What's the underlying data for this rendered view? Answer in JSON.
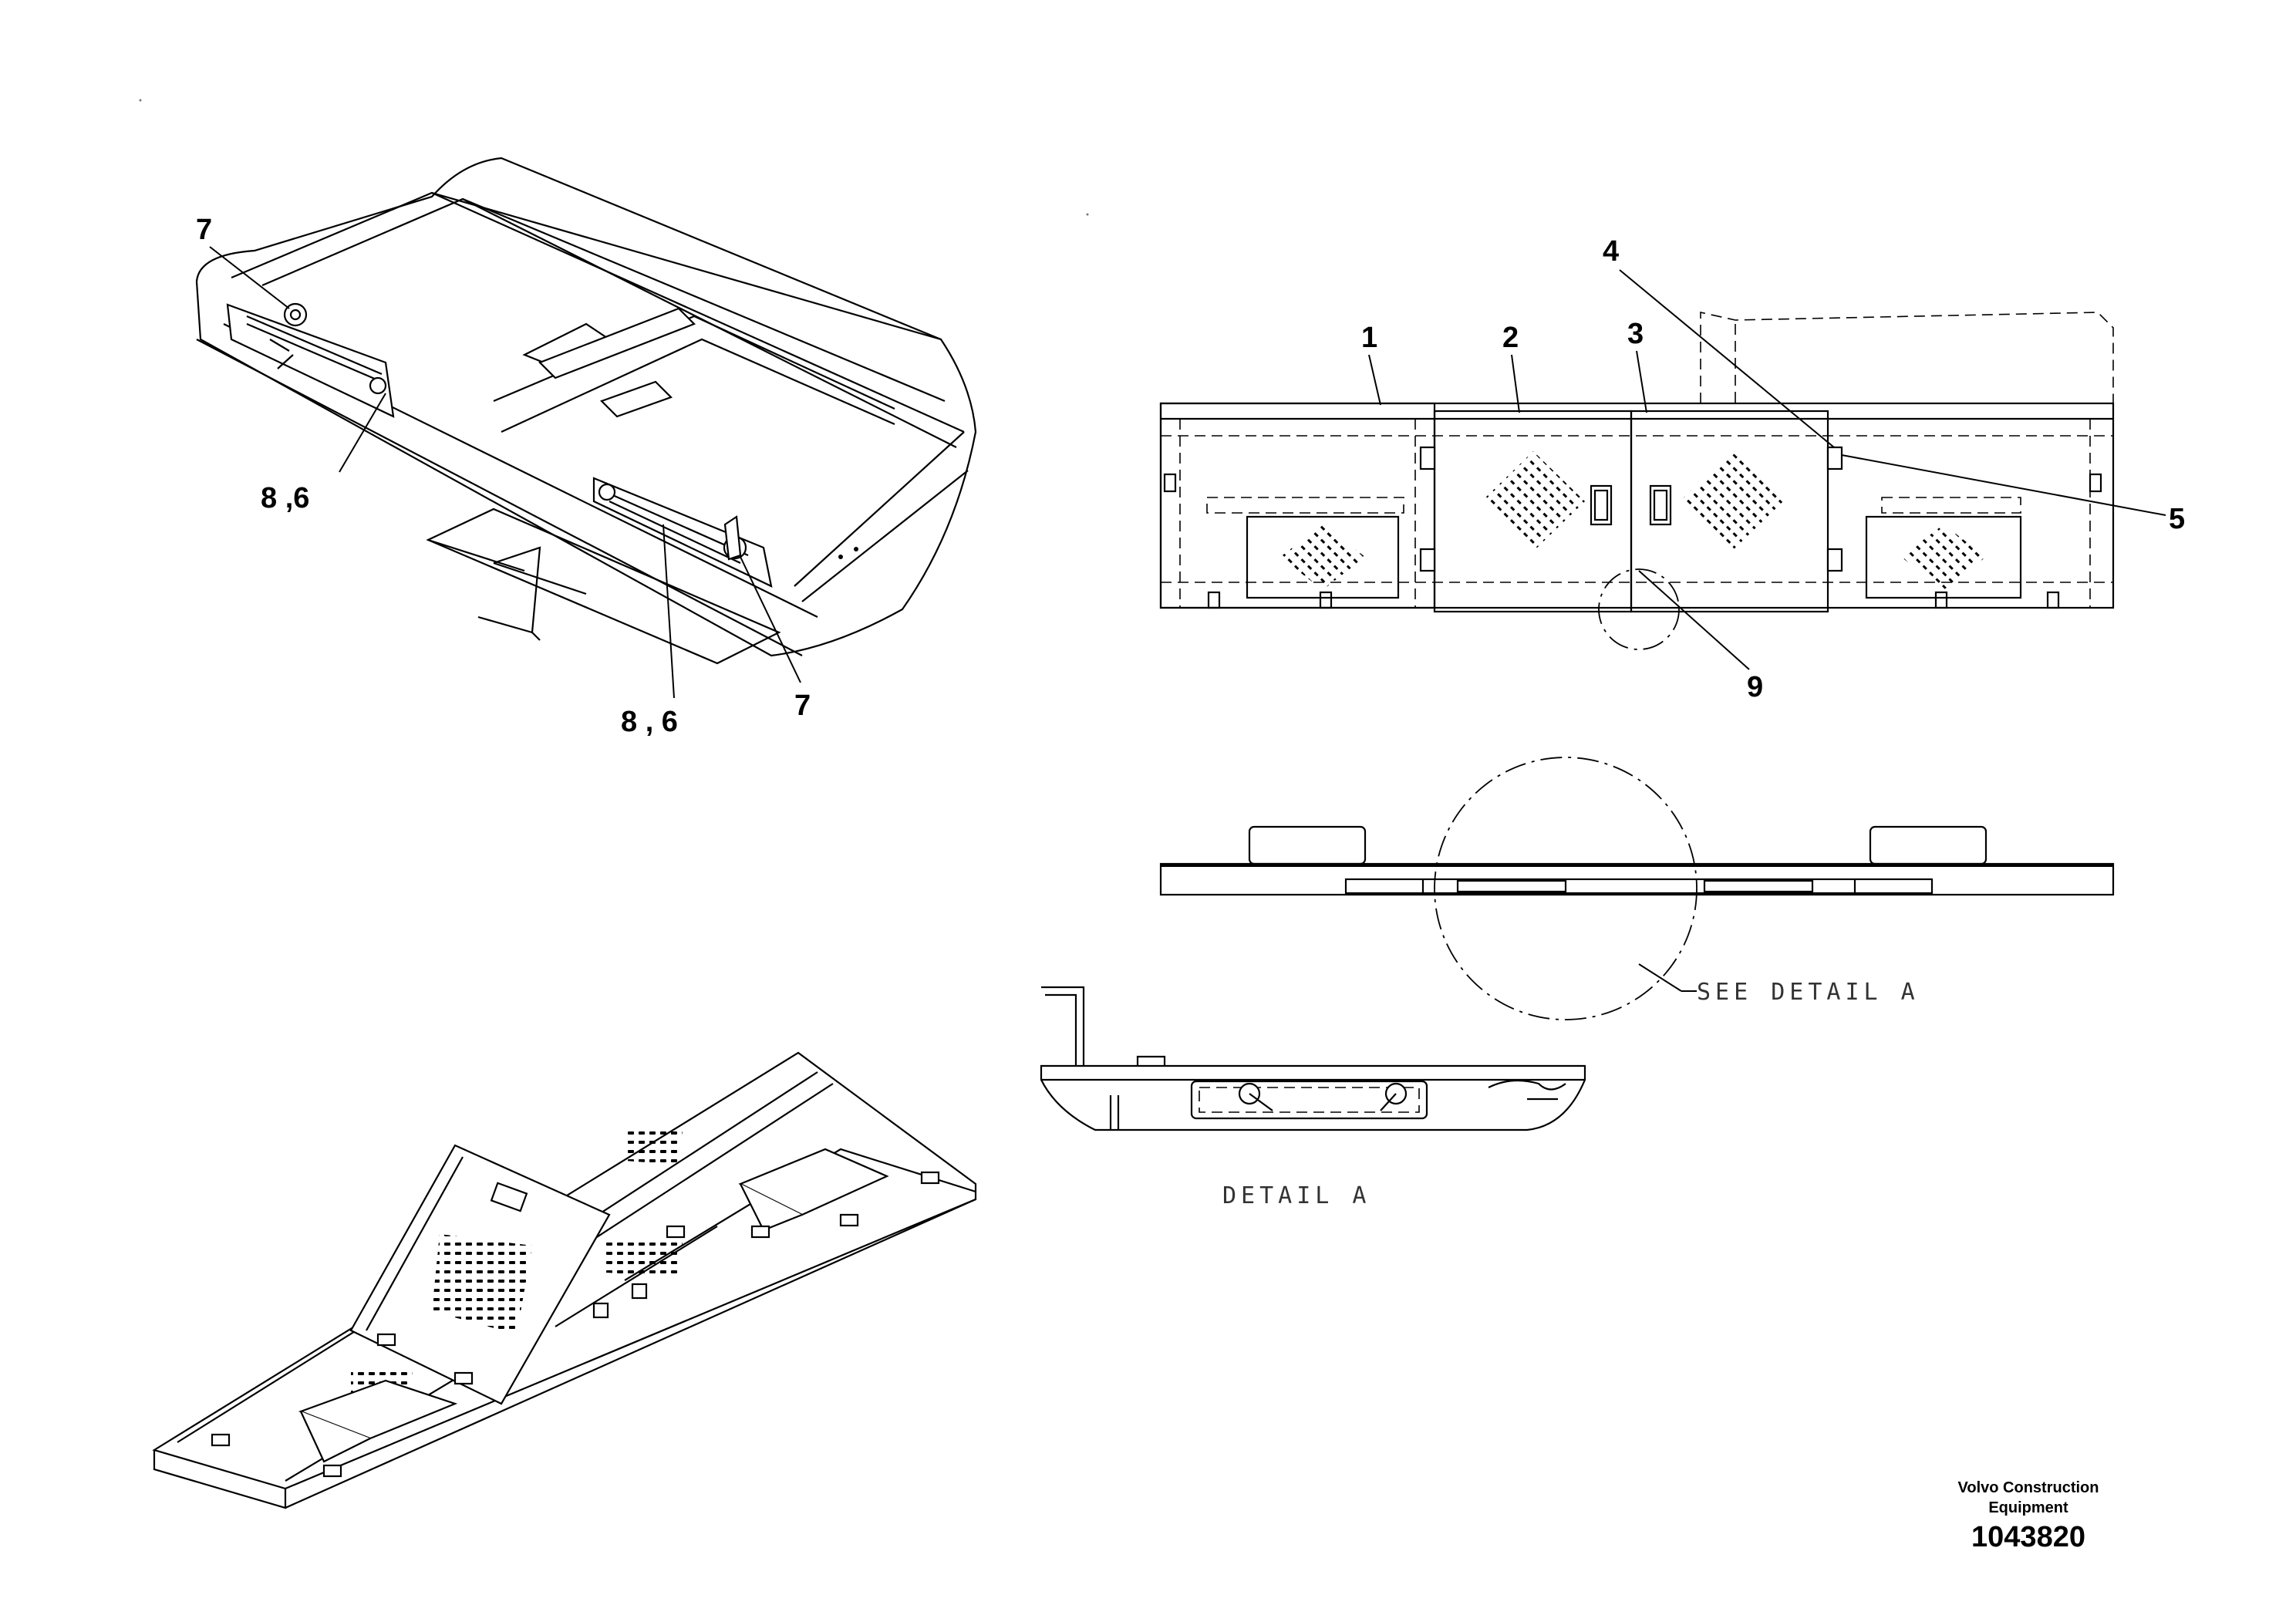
{
  "callouts": {
    "c7_top": "7",
    "c86_left": "8 ,6",
    "c86_bottom": "8 , 6",
    "c7_bottom": "7",
    "c1": "1",
    "c2": "2",
    "c3": "3",
    "c4": "4",
    "c5": "5",
    "c9": "9"
  },
  "annotations": {
    "see_detail": "SEE DETAIL  A",
    "detail_title": "DETAIL  A"
  },
  "footer": {
    "company": "Volvo Construction Equipment",
    "part_number": "1043820"
  },
  "icons": {
    "vent_pattern": "diamond-perforation-grid",
    "latch": "latch-icon"
  }
}
